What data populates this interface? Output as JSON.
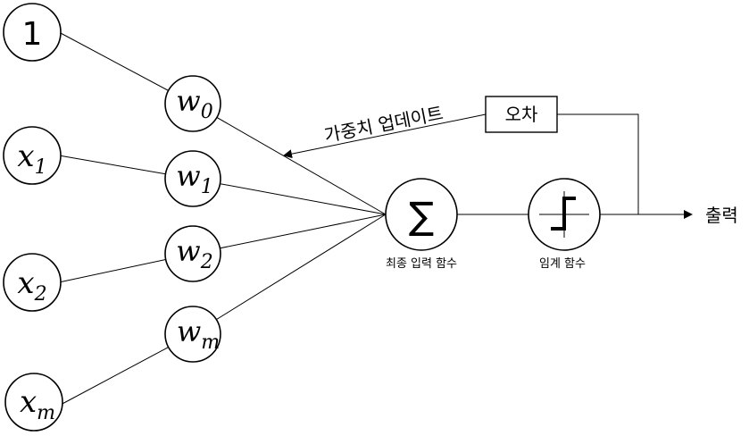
{
  "inputs": [
    {
      "main": "1",
      "sub": ""
    },
    {
      "main": "x",
      "sub": "1"
    },
    {
      "main": "x",
      "sub": "2"
    },
    {
      "main": "x",
      "sub": "m"
    }
  ],
  "weights": [
    {
      "main": "w",
      "sub": "0"
    },
    {
      "main": "w",
      "sub": "1"
    },
    {
      "main": "w",
      "sub": "2"
    },
    {
      "main": "w",
      "sub": "m"
    }
  ],
  "sum_node": {
    "symbol": "∑",
    "label": "최종 입력 함수"
  },
  "threshold_node": {
    "label": "임계 함수"
  },
  "error_box": {
    "label": "오차"
  },
  "weight_update_label": "가중치 업데이트",
  "output_label": "출력"
}
